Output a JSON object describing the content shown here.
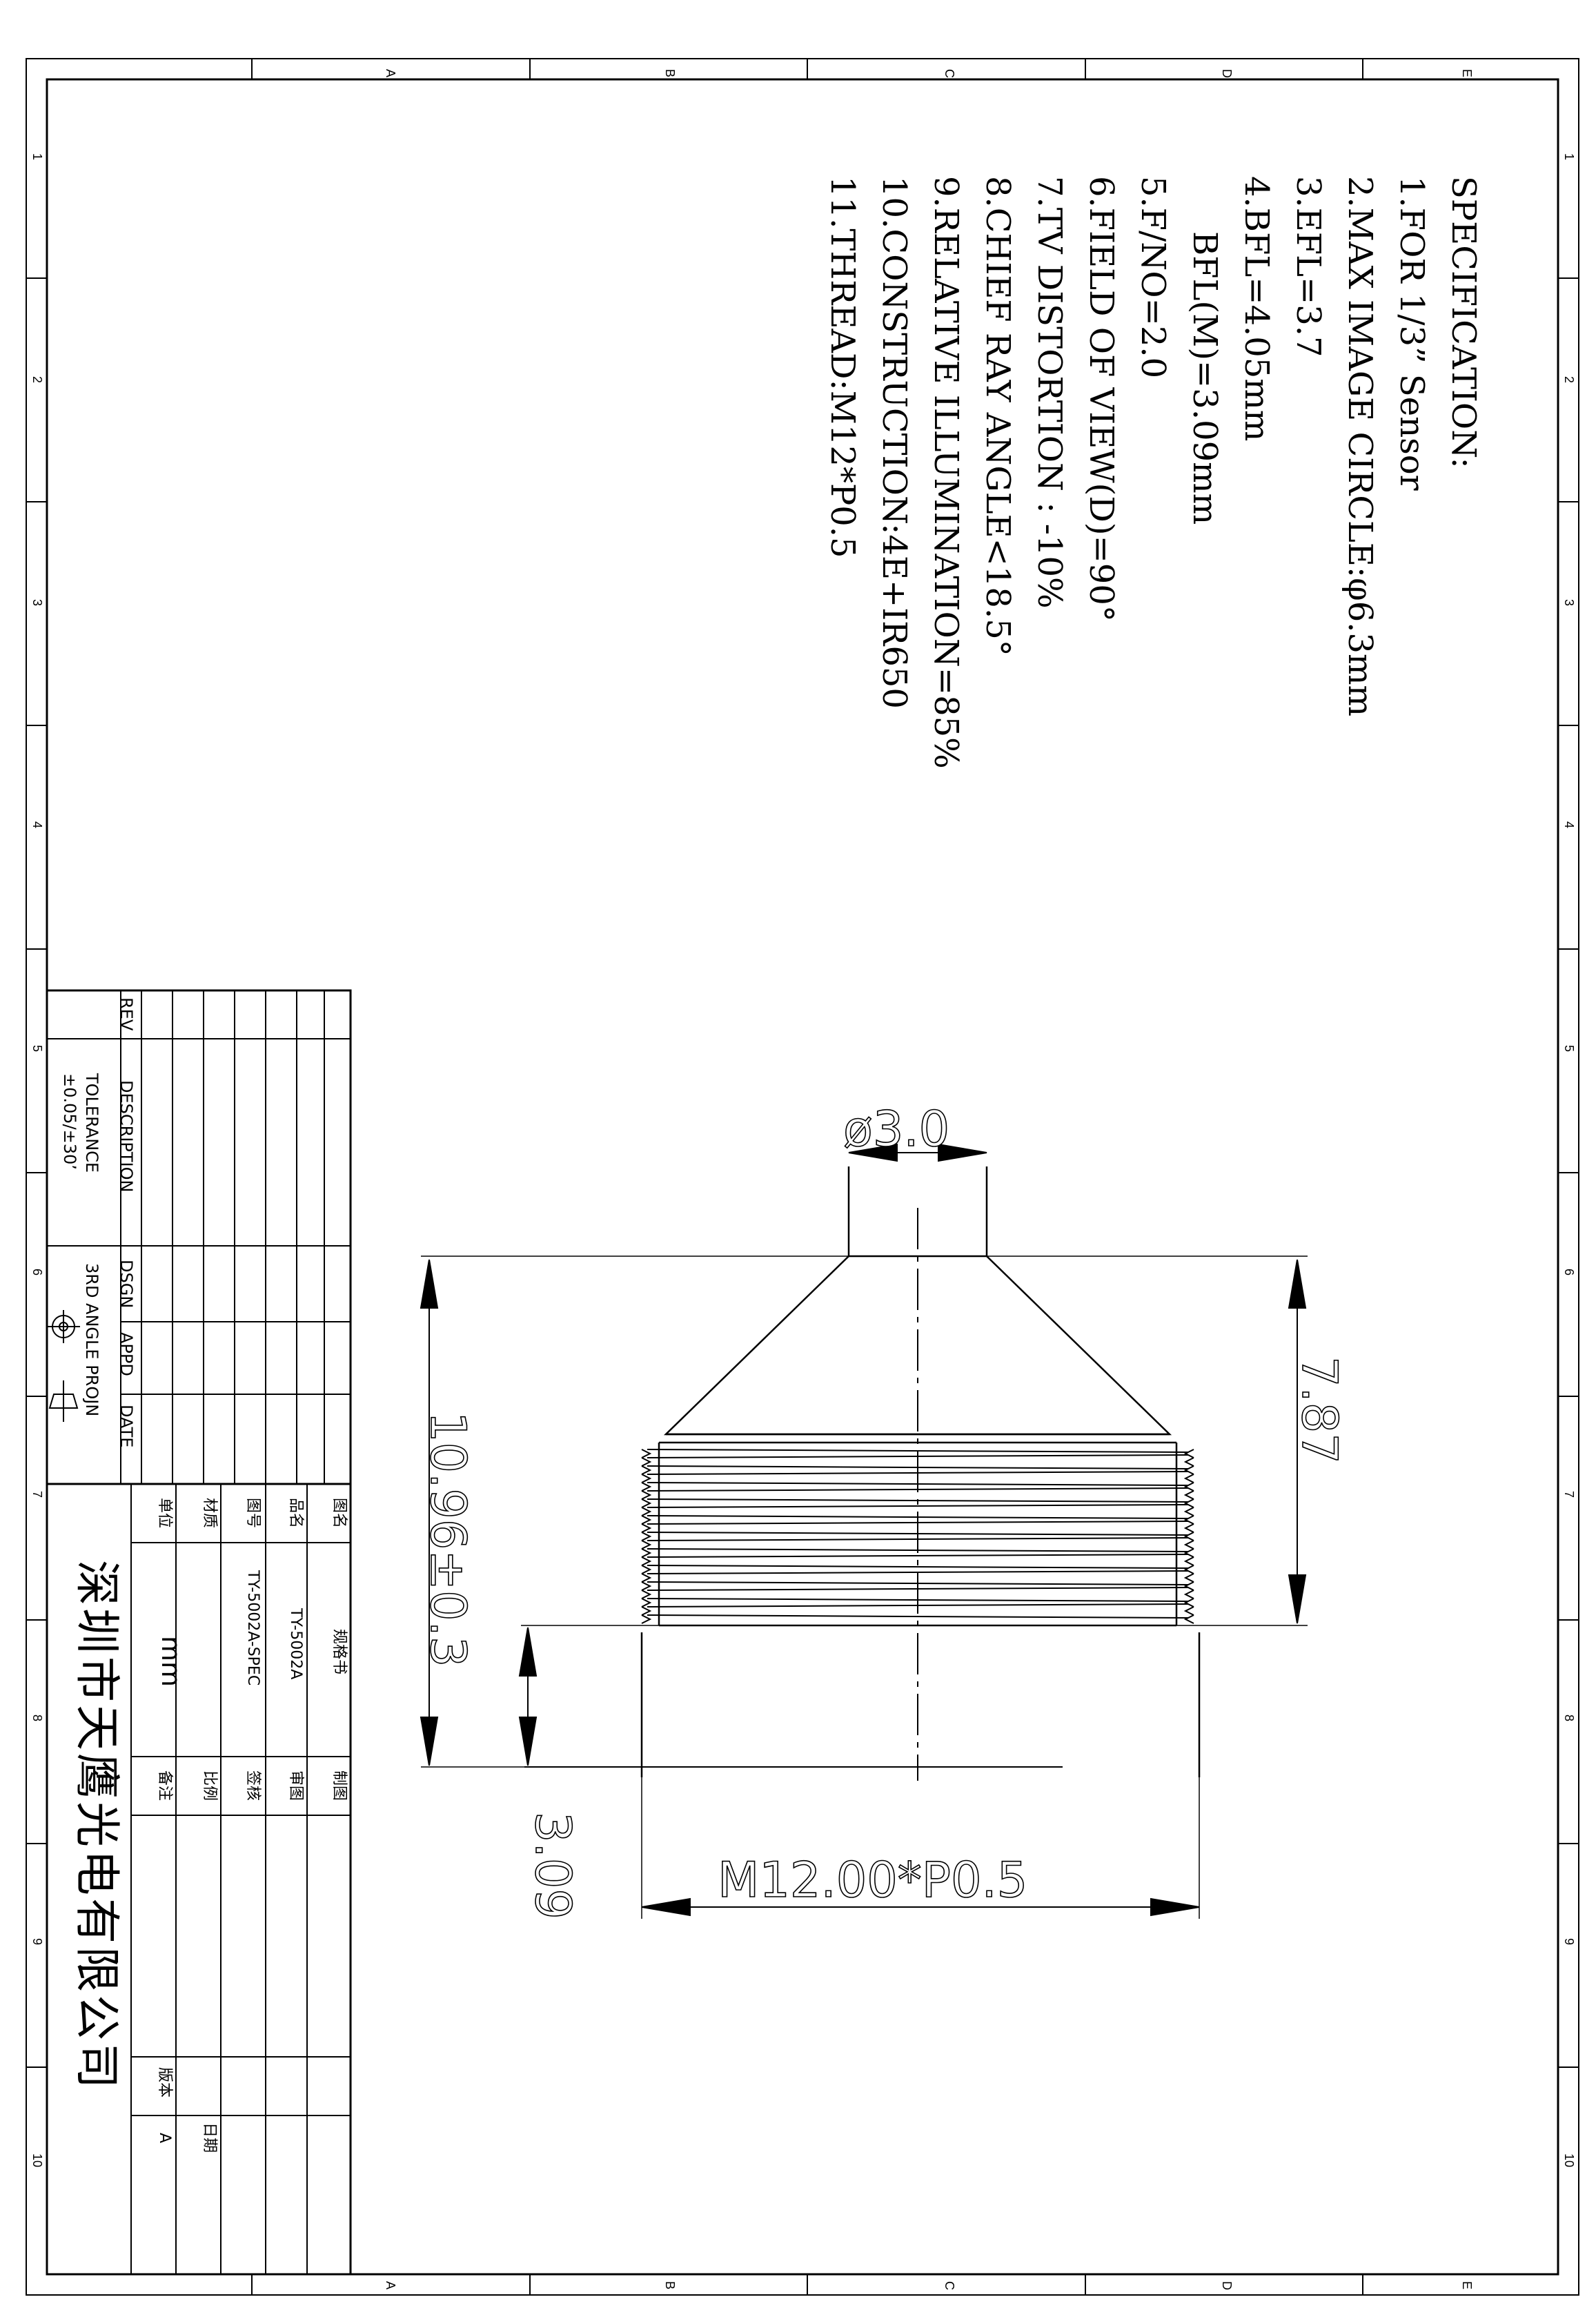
{
  "border": {
    "zones_letters": [
      "A",
      "B",
      "C",
      "D",
      "E"
    ],
    "zones_numbers": [
      "1",
      "2",
      "3",
      "4",
      "5",
      "6",
      "7",
      "8",
      "9",
      "10"
    ]
  },
  "specification": {
    "title": "SPECIFICATION:",
    "lines": [
      "1.FOR 1/3”  Sensor",
      "2.MAX IMAGE CIRCLE:φ6.3mm",
      "3.EFL=3.7",
      "4.BFL=4.05mm",
      "BFL(M)=3.09mm",
      "5.F/NO=2.0",
      "6.FIELD OF VIEW(D)=90°",
      "7.TV DISTORTION : -10%",
      "8.CHIEF RAY ANGLE<18.5°",
      "9.RELATIVE ILLUMINATION=85%",
      "10.CONSTRUCTION:4E+IR650",
      "11.THREAD:M12*P0.5"
    ]
  },
  "dimensions": {
    "top_diameter": "ø3.0",
    "height_cone": "7.87",
    "total_length": "10.96±0.3",
    "back_length": "3.09",
    "thread": "M12.00*P0.5"
  },
  "title_block": {
    "rev_label": "REV",
    "description_label": "DESCRIPTION",
    "dsgn_label": "DSGN",
    "appd_label": "APPD",
    "date_label": "DATE",
    "tolerance_label": "TOLERANCE",
    "tolerance_value": "±0.05/±30’",
    "projection_label": "3RD ANGLE PROJN",
    "fig_name_label": "图名",
    "fig_name_value": "规格书",
    "product_label": "品名",
    "product_value": "TY-5002A",
    "drawing_no_label": "图号",
    "drawing_no_value": "TY-5002A-SPEC",
    "material_label": "材质",
    "unit_label": "单位",
    "unit_value": "mm",
    "drawn_label": "制图",
    "review_label": "审图",
    "approve_label": "签核",
    "scale_label": "比例",
    "remark_label": "备注",
    "date_cn_label": "日期",
    "version_label": "版本",
    "version_value": "A",
    "company": "深圳市天鹰光电有限公司"
  }
}
